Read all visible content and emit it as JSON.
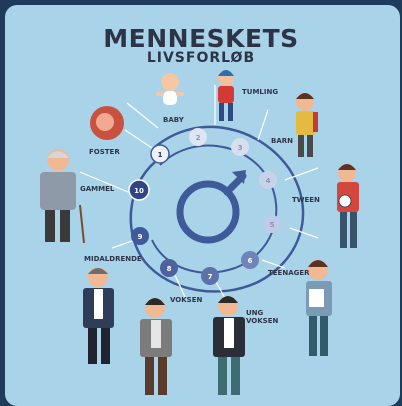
{
  "title": "MENNESKETS",
  "subtitle": "LIVSFORLØB",
  "symbol": "male-symbol",
  "stages": [
    {
      "n": "1",
      "label": "FOSTER"
    },
    {
      "n": "2",
      "label": "BABY"
    },
    {
      "n": "3",
      "label": "TUMLING"
    },
    {
      "n": "4",
      "label": "BARN"
    },
    {
      "n": "5",
      "label": "TWEEN"
    },
    {
      "n": "6",
      "label": "TEENAGER"
    },
    {
      "n": "7",
      "label": "UNG VOKSEN"
    },
    {
      "n": "8",
      "label": "VOKSEN"
    },
    {
      "n": "9",
      "label": "MIDALDRENDE"
    },
    {
      "n": "10",
      "label": "GAMMEL"
    }
  ],
  "colors": {
    "background": "#a9d3e8",
    "frame": "#1f3b5c",
    "spiral": "#3f5a99",
    "text": "#2e3447"
  }
}
